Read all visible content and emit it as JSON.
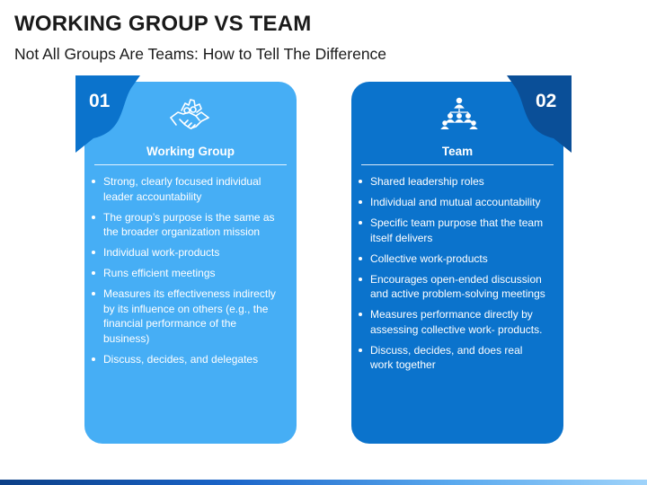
{
  "header": {
    "title": "WORKING GROUP VS TEAM",
    "subtitle": "Not All Groups Are Teams: How to Tell The Difference"
  },
  "cards": [
    {
      "number": "01",
      "heading": "Working Group",
      "icon": "handshake-gear-icon",
      "color": "#46aef5",
      "points": [
        "Strong, clearly focused individual leader accountability",
        "The group’s purpose is the same as the broader organization mission",
        "Individual work-products",
        "Runs efficient meetings",
        "Measures its effectiveness indirectly by its influence on others (e.g., the financial performance of the business)",
        "Discuss, decides, and delegates"
      ]
    },
    {
      "number": "02",
      "heading": "Team",
      "icon": "team-hierarchy-icon",
      "color": "#0b73cc",
      "points": [
        "Shared leadership roles",
        "Individual and mutual accountability",
        "Specific team purpose that the team itself delivers",
        "Collective work-products",
        "Encourages open-ended discussion and active problem-solving meetings",
        "Measures performance directly by assessing collective work- products.",
        "Discuss, decides, and does real work together"
      ]
    }
  ]
}
